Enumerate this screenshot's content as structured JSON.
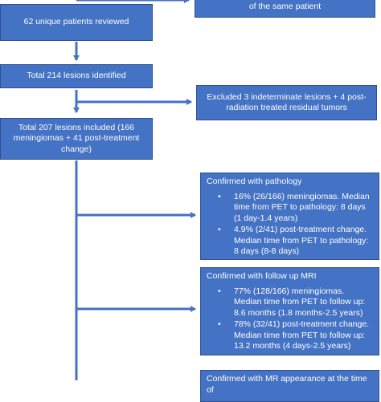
{
  "diagram": {
    "box_exclude_same_patient": "of the same patient",
    "box_patients": "62 unique patients reviewed",
    "box_lesions_identified": "Total 214 lesions identified",
    "box_excluded": "Excluded 3 indeterminate lesions + 4 post-radiation treated residual tumors",
    "box_included": "Total 207 lesions included (166 meningiomas + 41 post-treatment change)",
    "pathology": {
      "title": "Confirmed with pathology",
      "items": [
        "16% (26/166) meningiomas. Median time from PET to pathology: 8 days (1 day-1.4 years)",
        "4.9% (2/41) post-treatment change. Median time from PET to pathology: 8 days (8-8 days)"
      ]
    },
    "mri": {
      "title": "Confirmed with follow up MRI",
      "items": [
        "77% (128/166) meningiomas. Median time from PET to follow up: 8.6 months (1.8 months-2.5 years)",
        "78% (32/41) post-treatment change. Median time from PET to follow up: 13.2 months (4 days-2.5 years)"
      ]
    },
    "box_mr_appearance": "Confirmed with MR appearance at the time of",
    "colors": {
      "box_fill": "#4472c4",
      "box_border": "#2f528f",
      "arrow": "#4472c4",
      "text": "#ffffff"
    }
  }
}
